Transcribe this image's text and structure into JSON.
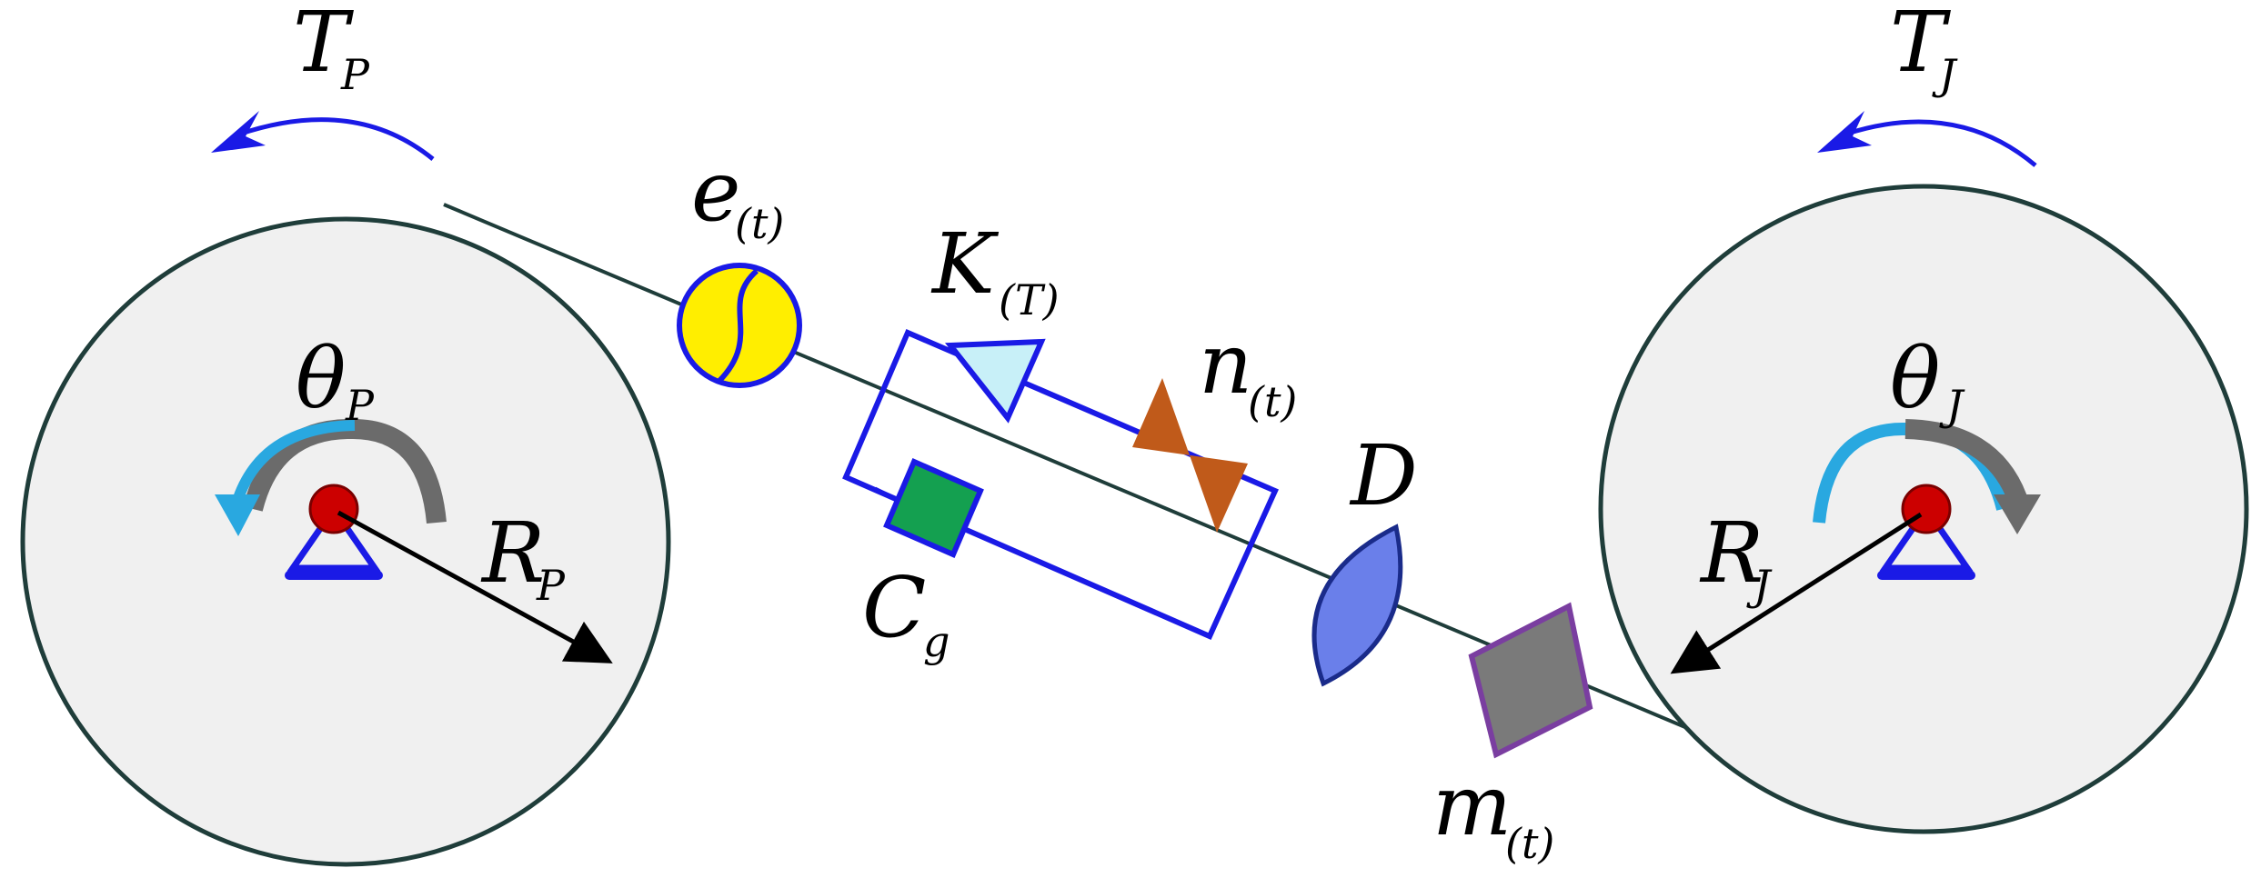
{
  "labels": {
    "torque_p": {
      "main": "T",
      "sub": "P"
    },
    "torque_j": {
      "main": "T",
      "sub": "J"
    },
    "theta_p": {
      "main": "θ",
      "sub": "P"
    },
    "theta_j": {
      "main": "θ",
      "sub": "J"
    },
    "radius_p": {
      "main": "R",
      "sub": "P"
    },
    "radius_j": {
      "main": "R",
      "sub": "J"
    },
    "error": {
      "main": "e",
      "sub": "(t)"
    },
    "stiffness": {
      "main": "K",
      "sub": "(T)"
    },
    "noise": {
      "main": "n",
      "sub": "(t)"
    },
    "damping_gear": {
      "main": "C",
      "sub": "g"
    },
    "damping": {
      "main": "D",
      "sub": ""
    },
    "mass": {
      "main": "m",
      "sub": "(t)"
    }
  },
  "colors": {
    "disc_fill": "#f0f0f0",
    "disc_stroke": "#1f3d3a",
    "belt": "#1f3d3a",
    "torque_arrow": "#1a1ae6",
    "rotation_light": "#29a8e0",
    "rotation_dark": "#6b6b6b",
    "pivot": "#cc0000",
    "support": "#1a1ae6",
    "error_fill": "#ffee00",
    "stiffness_fill": "#c8f0f8",
    "noise_fill": "#c05a1a",
    "damper_gear_fill": "#14a050",
    "damper_fill": "#6a7fea",
    "mass_fill": "#7a7a7a",
    "mass_stroke": "#7a3ea0",
    "frame": "#1a1ae6"
  }
}
